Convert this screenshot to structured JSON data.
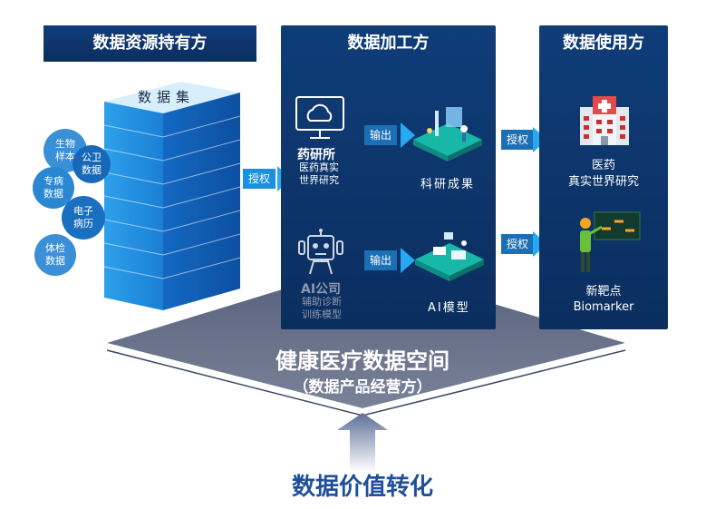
{
  "headers": {
    "owner": "数据资源持有方",
    "processor": "数据加工方",
    "user": "数据使用方"
  },
  "dataset_label": "数据集",
  "bubbles": [
    {
      "text": "生物\n样本"
    },
    {
      "text": "公卫\n数据"
    },
    {
      "text": "专病\n数据"
    },
    {
      "text": "电子\n病历"
    },
    {
      "text": "体检\n数据"
    }
  ],
  "arrows": {
    "authorize_left": "授权",
    "output_top": "输出",
    "output_bottom": "输出",
    "authorize_top": "授权",
    "authorize_bottom": "授权"
  },
  "processor": {
    "institute_title": "药研所",
    "institute_sub": "医药真实\n世界研究",
    "research_result": "科研成果",
    "ai_title": "AI公司",
    "ai_sub": "辅助诊断\n训练模型",
    "ai_model": "AI模型"
  },
  "user": {
    "rwr_label": "医药\n真实世界研究",
    "target_label": "新靶点\nBiomarker"
  },
  "space": {
    "title": "健康医疗数据空间",
    "subtitle": "（数据产品经营方）"
  },
  "bottom_label": "数据价值转化",
  "colors": {
    "navy": "#0b2e5f",
    "accent_blue": "#1b8fe0",
    "teal": "#18b8a8",
    "footer_text": "#1f4f9b"
  }
}
